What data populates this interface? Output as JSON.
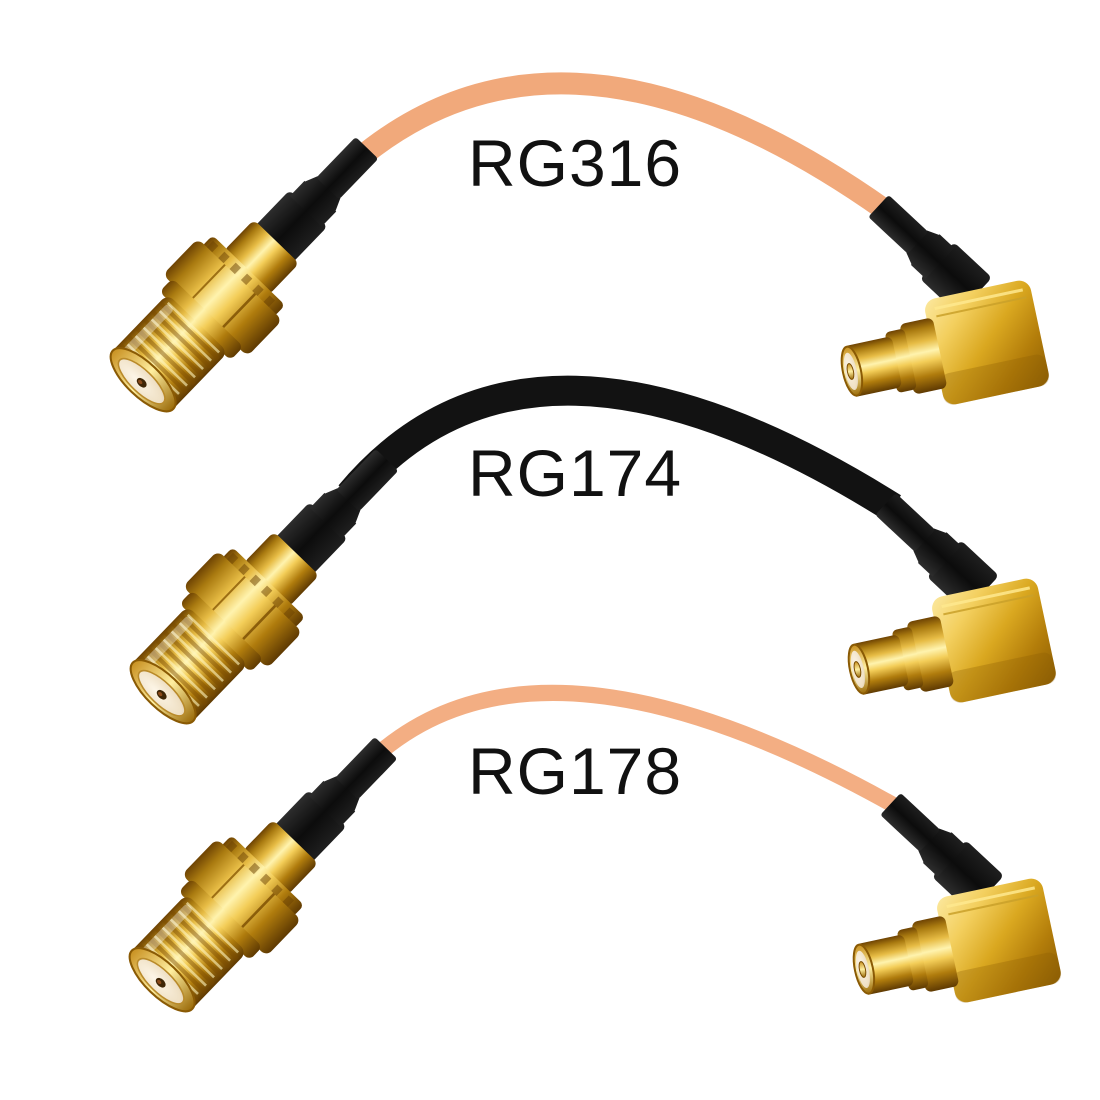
{
  "photo": {
    "description": "Product photo of three RF coaxial pigtail cable assemblies, each with an SMA female bulkhead connector on the left and a right-angle MCX male connector on the right, cables arched, labeled by cable type",
    "background": "#ffffff"
  },
  "colors": {
    "gold": "#e2ab2e",
    "gold_dark": "#7a4c00",
    "boot_black": "#141414",
    "insulator_cream": "#efe2c6",
    "label_text": "#111111"
  },
  "items": [
    {
      "label": "RG316",
      "cable_color": "#f1a97b",
      "cable_width": 22,
      "left_connector": "SMA female bulkhead",
      "right_connector": "MCX male right-angle"
    },
    {
      "label": "RG174",
      "cable_color": "#121212",
      "cable_width": 30,
      "left_connector": "SMA female bulkhead",
      "right_connector": "MCX male right-angle"
    },
    {
      "label": "RG178",
      "cable_color": "#f3ae83",
      "cable_width": 16,
      "left_connector": "SMA female bulkhead",
      "right_connector": "MCX male right-angle"
    }
  ]
}
